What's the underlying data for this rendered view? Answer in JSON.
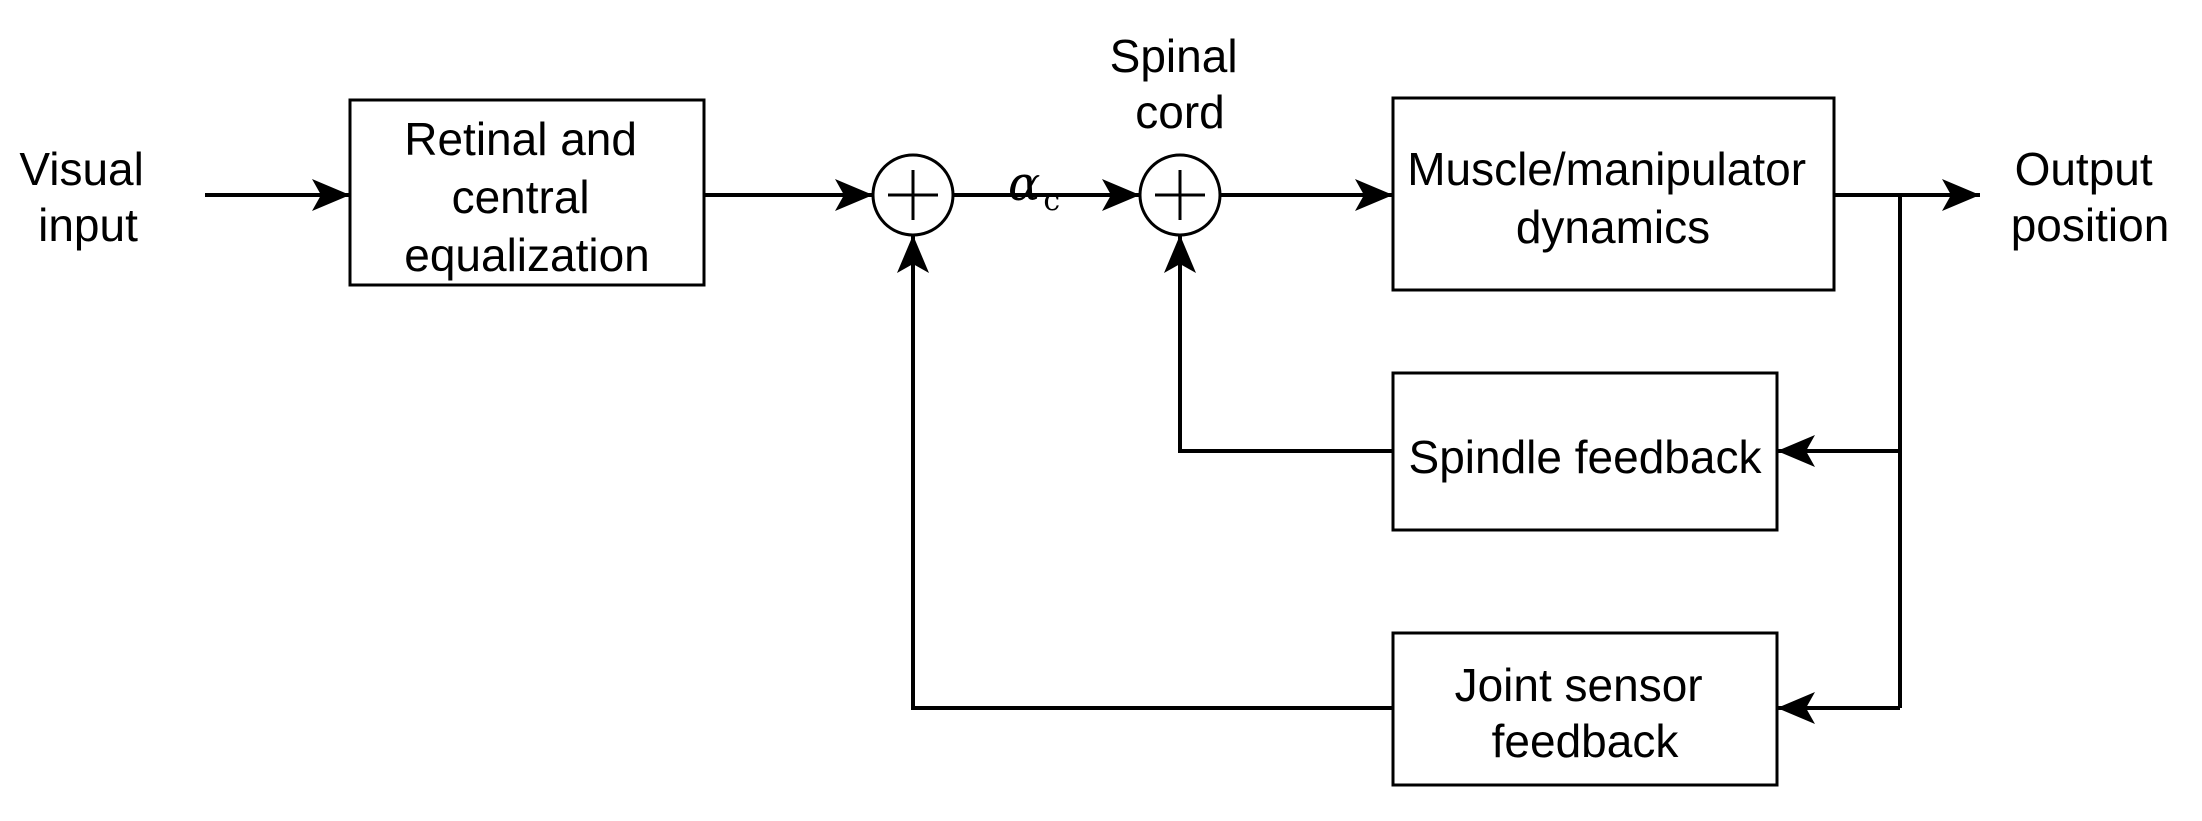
{
  "inputs": {
    "visual_input": [
      "Visual",
      "input"
    ],
    "output_position": [
      "Output",
      "position"
    ],
    "spinal_cord": [
      "Spinal",
      "cord"
    ]
  },
  "signal": {
    "symbol": "α",
    "subscript": "c"
  },
  "blocks": {
    "retinal": [
      "Retinal and",
      "central",
      "equalization"
    ],
    "muscle": [
      "Muscle/manipulator",
      "dynamics"
    ],
    "spindle": [
      "Spindle feedback"
    ],
    "joint": [
      "Joint sensor",
      "feedback"
    ]
  }
}
